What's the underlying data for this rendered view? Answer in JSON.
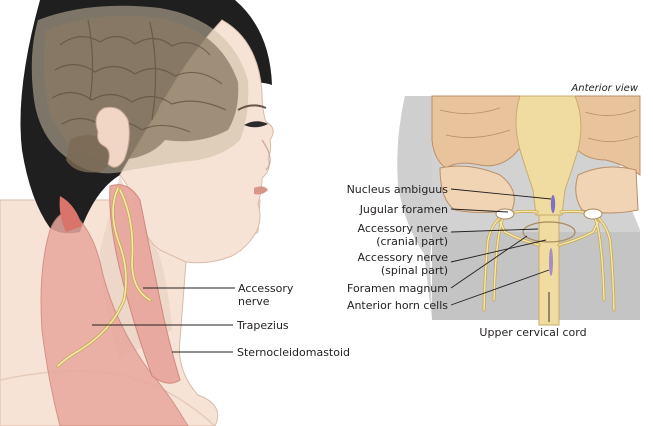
{
  "view_label": "Anterior view",
  "head_labels": {
    "accessory_nerve_1": "Accessory",
    "accessory_nerve_2": "nerve",
    "trapezius": "Trapezius",
    "sternocleidomastoid": "Sternocleidomastoid"
  },
  "brainstem_labels": {
    "nucleus_ambiguus": "Nucleus ambiguus",
    "jugular_foramen": "Jugular foramen",
    "cranial_part_1": "Accessory nerve",
    "cranial_part_2": "(cranial part)",
    "spinal_part_1": "Accessory nerve",
    "spinal_part_2": "(spinal part)",
    "foramen_magnum": "Foramen magnum",
    "anterior_horn_cells": "Anterior horn cells",
    "upper_cervical_cord": "Upper cervical cord"
  },
  "colors": {
    "hair": "#1f1f1f",
    "skin": "#f6e3d6",
    "brain": "#8a7a63",
    "muscle": "#e8a89e",
    "nerve": "#f3e9b0",
    "bone": "#e9c39c",
    "gray_bg": "#d2d2d2",
    "cord": "#f0dca0"
  }
}
